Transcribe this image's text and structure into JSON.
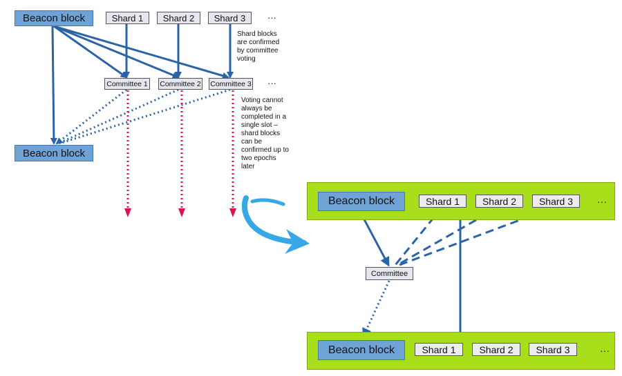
{
  "left_diagram": {
    "beacon_top": "Beacon block",
    "beacon_bottom": "Beacon block",
    "shards": [
      "Shard 1",
      "Shard 2",
      "Shard 3"
    ],
    "shards_more": "···",
    "committees": [
      "Committee 1",
      "Committee 2",
      "Committee 3"
    ],
    "committees_more": "···",
    "note_confirmed": "Shard blocks\nare confirmed\nby committee\nvoting",
    "note_voting": "Voting cannot\nalways be\ncompleted in a\nsingle slot –\nshard blocks\ncan be\nconfirmed up to\ntwo epochs\nlater"
  },
  "right_diagram": {
    "top_row": {
      "beacon": "Beacon block",
      "shards": [
        "Shard 1",
        "Shard 2",
        "Shard 3"
      ],
      "more": "···"
    },
    "committee": "Committee",
    "bottom_row": {
      "beacon": "Beacon block",
      "shards": [
        "Shard 1",
        "Shard 2",
        "Shard 3"
      ],
      "more": "···"
    }
  },
  "colors": {
    "arrow_blue": "#2b63a8",
    "arrow_red": "#d6134a",
    "transition_arrow": "#37a8e6",
    "green_panel": "#a9de1a",
    "beacon_fill": "#6fa3d6"
  }
}
